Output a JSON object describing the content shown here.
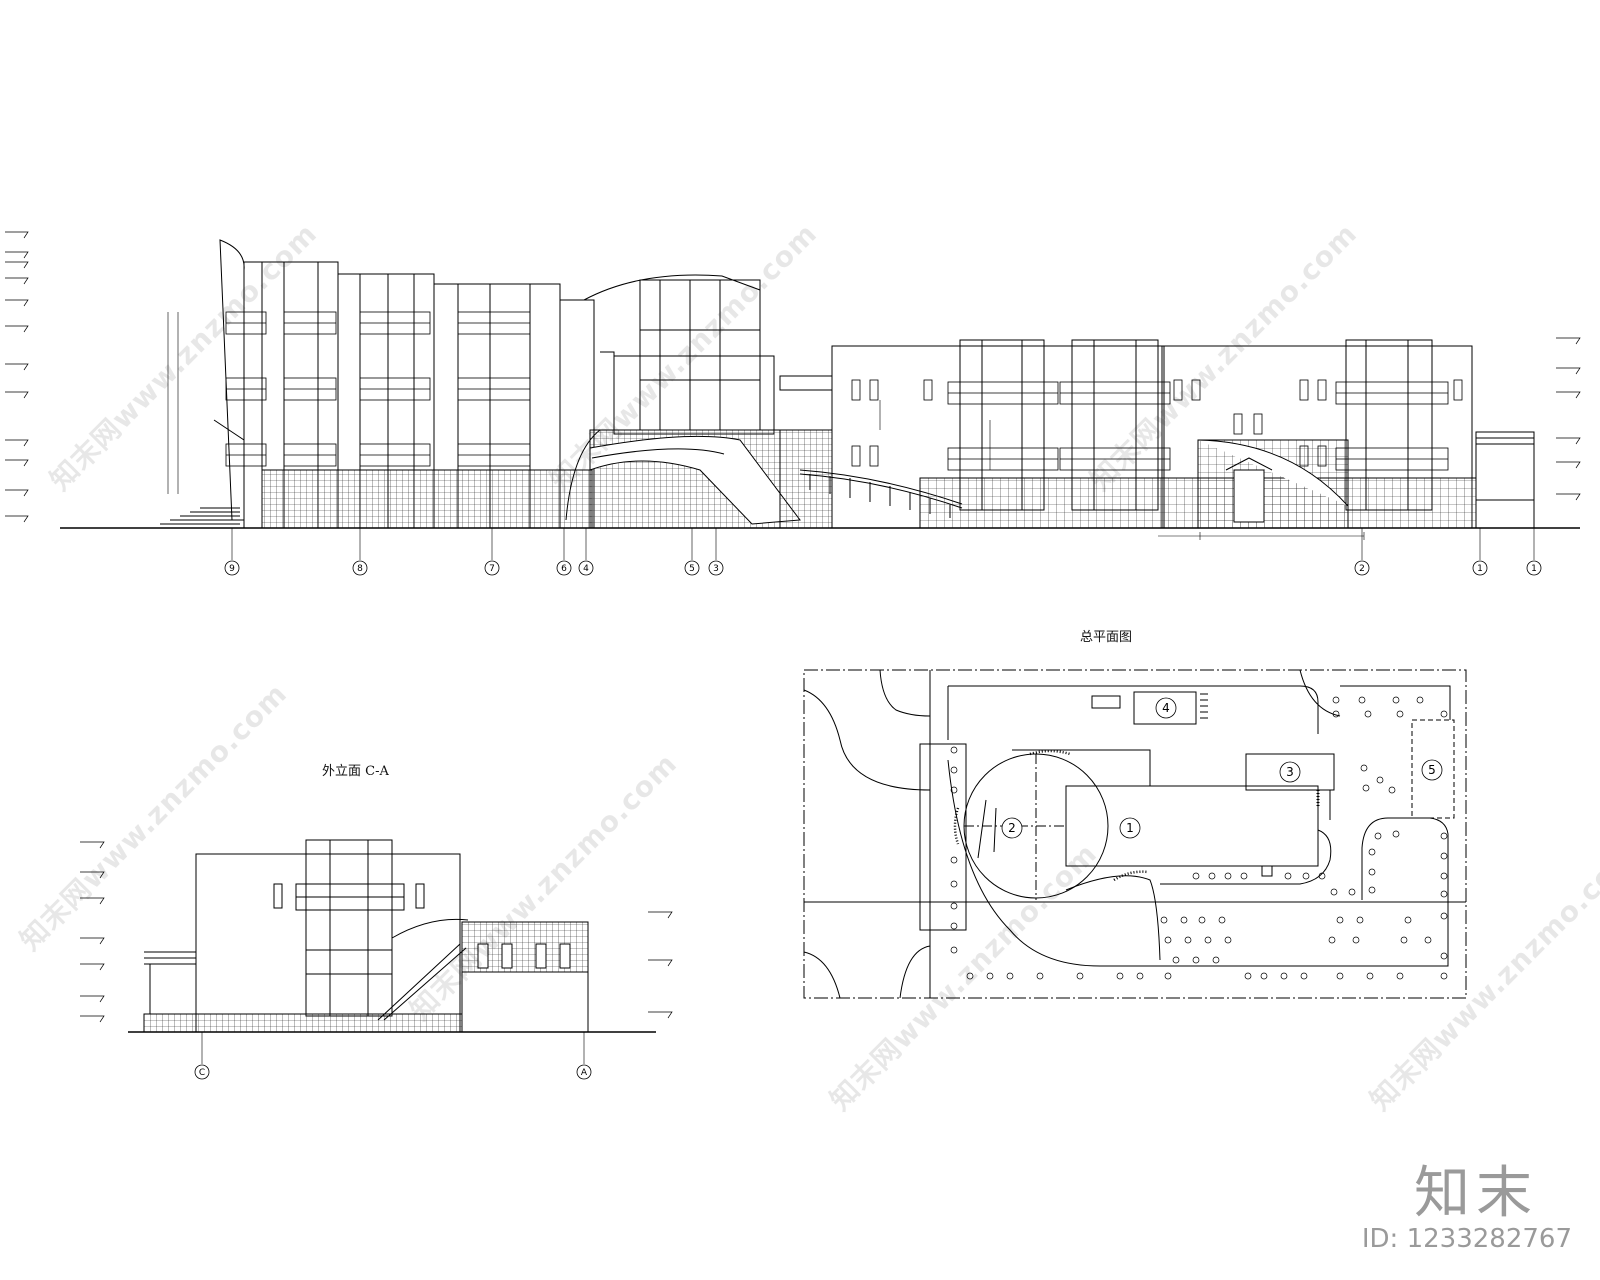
{
  "drawings": {
    "side_elevation_title": "外立面 C-A",
    "site_plan_title": "总平面图"
  },
  "main_elevation": {
    "axis_labels": [
      "9",
      "8",
      "7",
      "6",
      "4",
      "5",
      "3",
      "2",
      "1",
      "1"
    ]
  },
  "side_elevation": {
    "axis_labels": [
      "C",
      "A"
    ]
  },
  "site_plan": {
    "building_labels": [
      "1",
      "2",
      "3",
      "4",
      "5"
    ]
  },
  "watermark": {
    "text": "知末网www.znzmo.com",
    "brand": "知末",
    "id_text": "ID: 1233282767"
  }
}
